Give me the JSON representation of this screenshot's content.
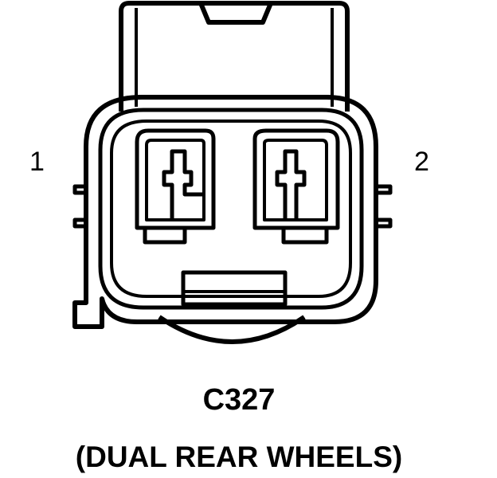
{
  "pins": [
    {
      "label": "1"
    },
    {
      "label": "2"
    }
  ],
  "connector": {
    "id": "C327",
    "description": "(DUAL REAR WHEELS)"
  }
}
